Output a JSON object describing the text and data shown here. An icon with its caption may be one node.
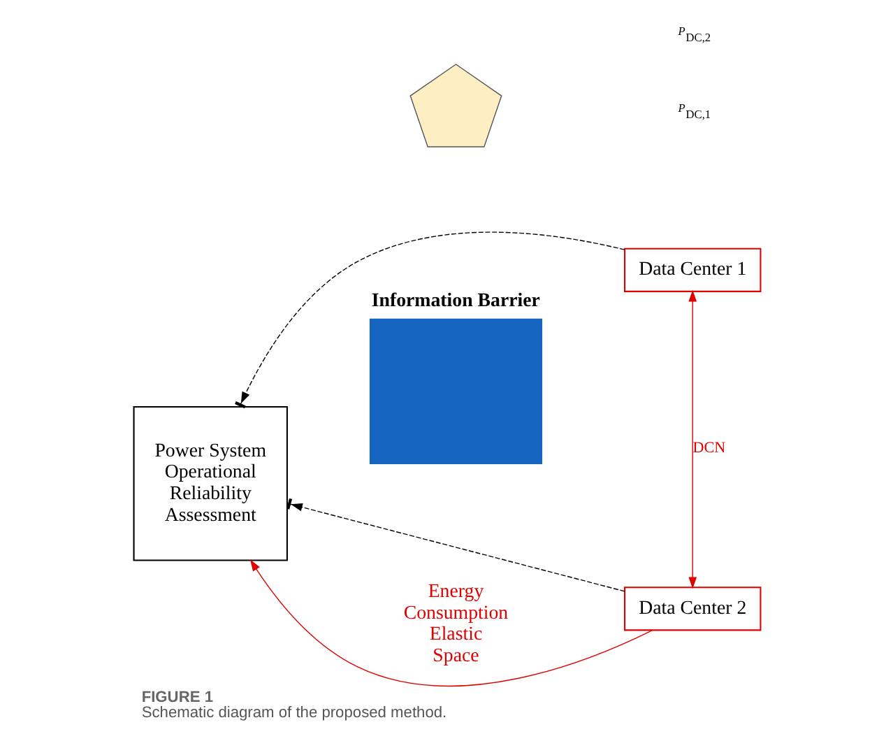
{
  "diagram": {
    "title": "FIGURE 1",
    "caption": "Schematic diagram of the proposed method.",
    "nodes": [
      {
        "text": [
          "Power System Operational Reliability Assessment"
        ]
      },
      {
        "text": [
          "Information Barrier"
        ]
      },
      {
        "text": [
          "Data Center 1"
        ]
      },
      {
        "text": [
          "Data Center 2"
        ]
      },
      {
        "text": [],
        "shape": "pentagon"
      }
    ],
    "edges": [
      {
        "from": 2,
        "to": 0,
        "arrow": "to",
        "style": "dashed"
      },
      {
        "from": 3,
        "to": 0,
        "arrow": "to",
        "style": "dashed"
      },
      {
        "from": 2,
        "to": 3,
        "arrow": "both",
        "label": "DCN",
        "color": "#e00000"
      },
      {
        "from": 3,
        "to": 0,
        "arrow": "to",
        "label": "Energy Consumption Elastic Space",
        "color": "#e00000"
      }
    ],
    "labels": [
      "*P*$_{DC,1}$",
      "*P*$_{DC,2}$"
    ]
  }
}
